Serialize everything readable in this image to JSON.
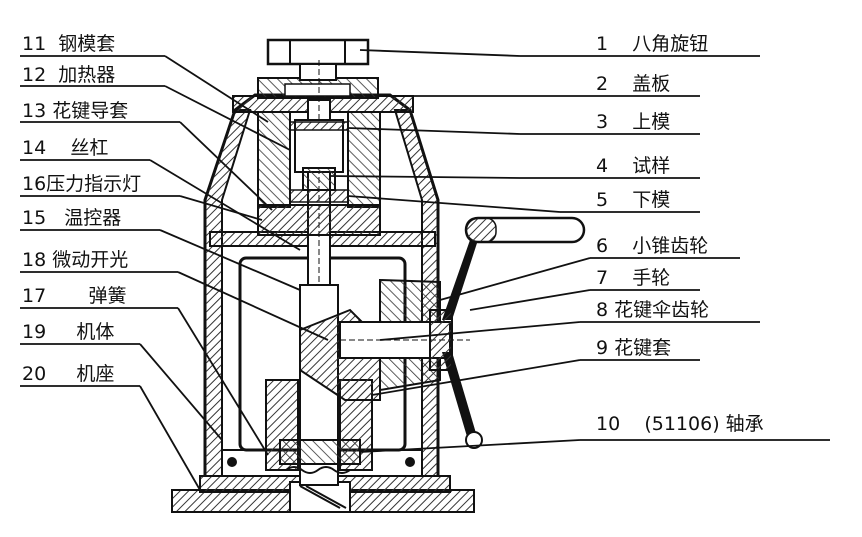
{
  "labels_left": [
    {
      "text": "11  钢模套"
    },
    {
      "text": "12  加热器"
    },
    {
      "text": "13 花键导套"
    },
    {
      "text": "14    丝杠"
    },
    {
      "text": "16压力指示灯"
    },
    {
      "text": "15   温控器"
    },
    {
      "text": "18 微动开光"
    },
    {
      "text": "17       弹簧"
    },
    {
      "text": "19     机体"
    },
    {
      "text": "20     机座"
    }
  ],
  "labels_right": [
    {
      "text": "1    八角旋钮"
    },
    {
      "text": "2    盖板"
    },
    {
      "text": "3    上模"
    },
    {
      "text": "4    试样"
    },
    {
      "text": "5    下模"
    },
    {
      "text": "6    小锥齿轮"
    },
    {
      "text": "7    手轮"
    },
    {
      "text": "8 花键伞齿轮"
    },
    {
      "text": "9 花键套"
    },
    {
      "text": "10    (51106) 轴承"
    }
  ],
  "colors": {
    "ink": "#111111",
    "hatch": "#333333",
    "background": "#ffffff"
  }
}
